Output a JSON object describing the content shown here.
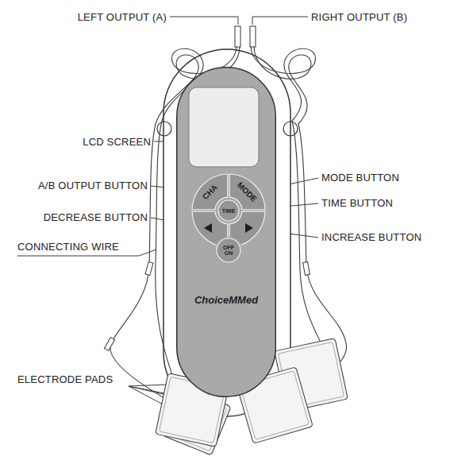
{
  "diagram": {
    "nodes": [
      {
        "text": [
          "ChoiceMMed"
        ]
      },
      {
        "text": [
          "CHA"
        ],
        "in": 0
      },
      {
        "text": [
          "MODE"
        ],
        "in": 0
      },
      {
        "text": [
          "TIME"
        ],
        "in": 0
      },
      {
        "text": [
          "OFF ON"
        ],
        "in": 0
      }
    ],
    "labels": [
      "LEFT OUTPUT (A)",
      "RIGHT OUTPUT (B)",
      "LCD SCREEN",
      "MODE BUTTON",
      "A/B OUTPUT BUTTON",
      "TIME BUTTON",
      "DECREASE BUTTON",
      "INCREASE BUTTON",
      "CONNECTING WIRE",
      "ELECTRODE PADS"
    ]
  }
}
